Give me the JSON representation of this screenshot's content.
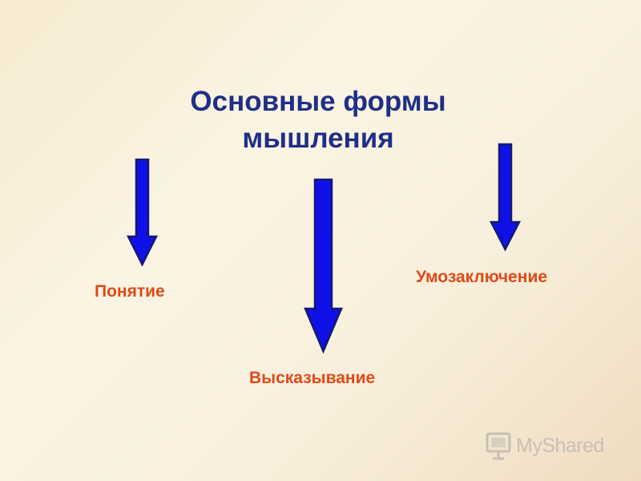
{
  "title": {
    "line1": "Основные формы",
    "line2": "мышления"
  },
  "branches": [
    {
      "label": "Понятие"
    },
    {
      "label": "Высказывание"
    },
    {
      "label": "Умозаключение"
    }
  ],
  "colors": {
    "title": "#1f2f86",
    "label": "#e0491a",
    "arrow_fill": "#1010e8",
    "arrow_stroke": "#141a6e"
  },
  "watermark": {
    "text": "MyShared",
    "icon": "presentation-board-icon"
  }
}
